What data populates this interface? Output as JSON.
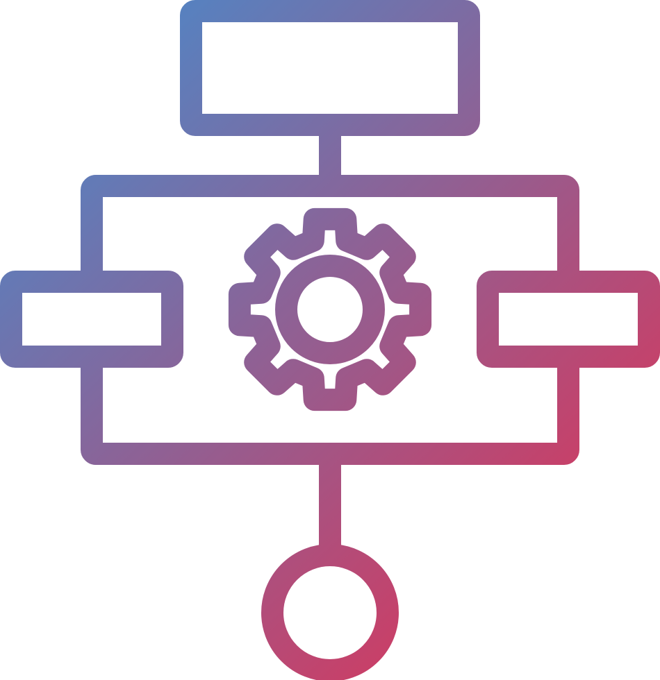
{
  "icon": {
    "name": "workflow-gear-icon",
    "gradient": {
      "start": "#3f8fd2",
      "end": "#ee2a4b"
    },
    "parts": [
      "top-box",
      "left-box",
      "right-box",
      "central-frame",
      "gear",
      "bottom-node"
    ]
  }
}
